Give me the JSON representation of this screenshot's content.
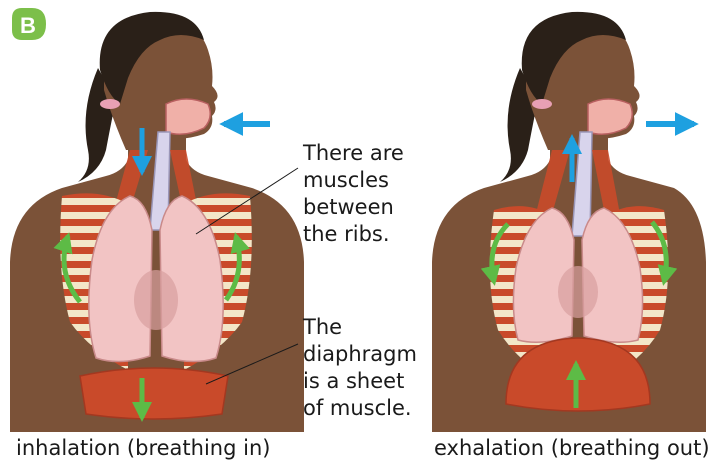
{
  "badge": {
    "letter": "B",
    "color": "#7cbf4a"
  },
  "panels": [
    {
      "id": "inhalation",
      "caption": "inhalation (breathing in)"
    },
    {
      "id": "exhalation",
      "caption": "exhalation (breathing out)"
    }
  ],
  "annotations": {
    "ribs": [
      "There are",
      "muscles",
      "between",
      "the ribs."
    ],
    "diaphragm": [
      "The",
      "diaphragm",
      "is a sheet",
      "of muscle."
    ]
  },
  "colors": {
    "skin": "#7b5238",
    "skin_dark": "#5c3a26",
    "hair": "#2a2018",
    "hair_tie": "#e8a0b4",
    "lung": "#f2c4c4",
    "lung_edge": "#c98a8a",
    "muscle": "#c94a2a",
    "rib": "#f3e6c8",
    "trachea": "#d8d4ec",
    "arrow_blue": "#1ea0e0",
    "arrow_green": "#5dbb46",
    "mouth": "#f0b0a8"
  }
}
